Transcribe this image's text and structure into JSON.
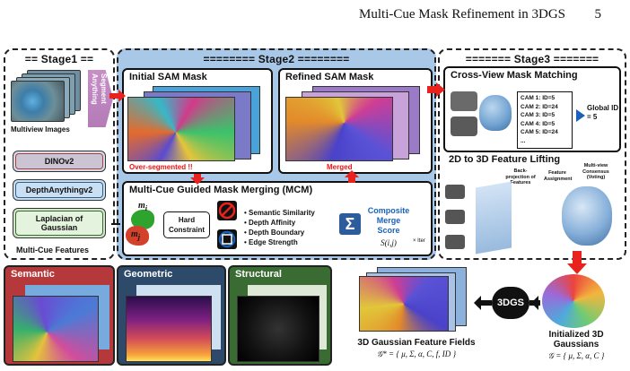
{
  "header": {
    "title": "Multi-Cue Mask Refinement in 3DGS",
    "page_number": "5"
  },
  "stage1": {
    "title": "== Stage1 ==",
    "multiview_label": "Multiview Images",
    "segment_label": "Segment Anything",
    "cues": [
      "DINOv2",
      "DepthAnythingv2",
      "Laplacian of Gaussian"
    ],
    "features_label": "Multi-Cue Features"
  },
  "stage2": {
    "title": "======== Stage2 ========",
    "initial_label": "Initial SAM Mask",
    "refined_label": "Refined SAM Mask",
    "oversegmented": "Over-segmented !!",
    "merged": "Merged",
    "mcm_title": "Multi-Cue Guided Mask Merging (MCM)",
    "hard_constraint": "Hard Constraint",
    "cue_list": [
      "Semantic Similarity",
      "Depth Affinity",
      "Depth Boundary",
      "Edge Strength"
    ],
    "composite": "Composite Merge Score",
    "score": "S(i,j)",
    "iter": "× Iter",
    "mi": "m",
    "mj": "m"
  },
  "stage3": {
    "title": "======= Stage3 =======",
    "crossview_title": "Cross-View Mask Matching",
    "cams": [
      "CAM 1: ID=5",
      "CAM 2: ID=24",
      "CAM 3: ID=5",
      "CAM 4: ID=5",
      "CAM 5: ID=24",
      "..."
    ],
    "global_id": "Global ID = 5",
    "lifting_title": "2D to 3D Feature Lifting",
    "backprojection": "Back-projection of Features",
    "feature_assignment": "Feature Assignment",
    "consensus": "Multi-view Consensus (Voting)"
  },
  "bottom": {
    "semantic": "Semantic",
    "geometric": "Geometric",
    "structural": "Structural",
    "dgs": "3DGS",
    "fields_caption": "3D Gaussian Feature Fields",
    "fields_formula": "𝒢* = { μ, Σ, α, C, f, ID }",
    "init_caption": "Initialized 3D Gaussians",
    "init_formula": "𝒢 = { μ, Σ, α, C }"
  },
  "colors": {
    "stage2_bg": "#a9c8e8",
    "semantic": "#b5383b",
    "geometric": "#2e4a6b",
    "structural": "#3a6b32",
    "arrow_red": "#e8221c",
    "accent_blue": "#1a62b8"
  }
}
